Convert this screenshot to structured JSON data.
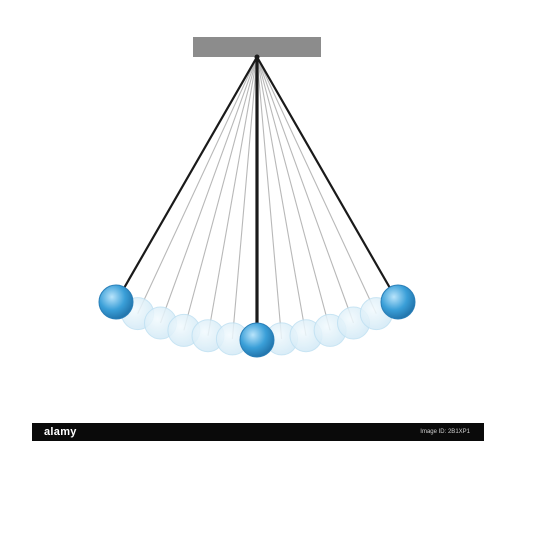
{
  "diagram": {
    "mount_color": "#8c8c8c",
    "string_color": "#1a1a1a",
    "ghost_string_color": "#b8b8b8",
    "bob_color": "#3a9fd8",
    "ghost_bob_color": "#cfe8f5",
    "ghost_count": 11,
    "swing_positions": [
      "left-extreme",
      "center",
      "right-extreme"
    ]
  },
  "footer": {
    "logo_text": "alamy",
    "image_id": "Image ID: 2B1XP1",
    "bar_color": "#0a0a0a"
  }
}
